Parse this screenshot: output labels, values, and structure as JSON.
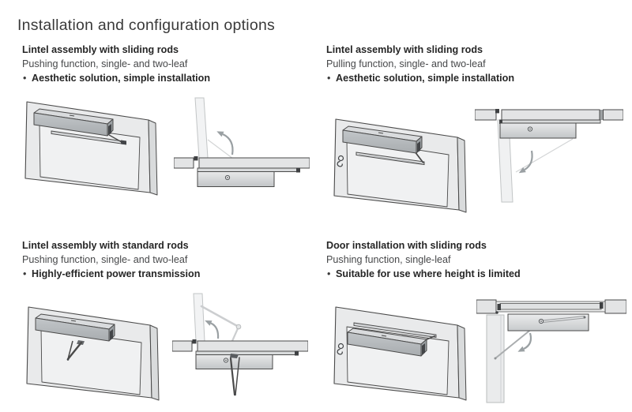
{
  "page": {
    "title": "Installation and configuration options"
  },
  "bullet_char": "•",
  "colors": {
    "title_text": "#3a3a3a",
    "heading_text": "#262626",
    "body_text": "#47484a",
    "outline": "#4a4a4a",
    "wall_fill": "#e9eaeb",
    "door_fill": "#f0f1f2",
    "closer_body": "#b6babd",
    "arrow": "#9aa0a3"
  },
  "options": [
    {
      "id": "lintel-sliding-push",
      "heading": "Lintel assembly with sliding rods",
      "description": "Pushing function, single- and two-leaf",
      "bullet": "Aesthetic solution, simple installation"
    },
    {
      "id": "lintel-sliding-pull",
      "heading": "Lintel assembly with sliding rods",
      "description": "Pulling function, single- and two-leaf",
      "bullet": "Aesthetic solution, simple installation"
    },
    {
      "id": "lintel-standard-push",
      "heading": "Lintel assembly with standard rods",
      "description": "Pushing function, single- and two-leaf",
      "bullet": "Highly-efficient power transmission"
    },
    {
      "id": "door-sliding-push",
      "heading": "Door installation with sliding rods",
      "description": "Pushing function, single-leaf",
      "bullet": "Suitable for use where height is limited"
    }
  ]
}
